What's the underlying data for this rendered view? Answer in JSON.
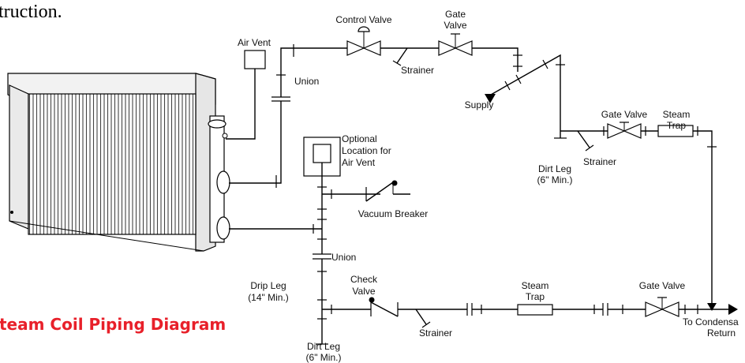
{
  "page": {
    "header_fragment": "truction.",
    "title": "team Coil Piping Diagram",
    "title_color": "#e8202a"
  },
  "labels": {
    "control_valve": "Control Valve",
    "gate_valve_top_1": "Gate",
    "gate_valve_top_2": "Valve",
    "air_vent": "Air Vent",
    "union_top": "Union",
    "strainer_top": "Strainer",
    "supply": "Supply",
    "optional_1": "Optional",
    "optional_2": "Location for",
    "optional_3": "Air Vent",
    "vacuum_breaker": "Vacuum Breaker",
    "union_mid": "Union",
    "drip_leg_1": "Drip Leg",
    "drip_leg_2": "(14\" Min.)",
    "dirt_leg_bottom_1": "Dirt Leg",
    "dirt_leg_bottom_2": "(6\" Min.)",
    "check_valve_1": "Check",
    "check_valve_2": "Valve",
    "strainer_bottom": "Strainer",
    "steam_trap_bottom_1": "Steam",
    "steam_trap_bottom_2": "Trap",
    "gate_valve_bottom": "Gate Valve",
    "to_condensate_1": "To Condensa",
    "to_condensate_2": "Return",
    "gate_valve_right": "Gate Valve",
    "steam_trap_right_1": "Steam",
    "steam_trap_right_2": "Trap",
    "strainer_right": "Strainer",
    "dirt_leg_right_1": "Dirt Leg",
    "dirt_leg_right_2": "(6\" Min.)"
  }
}
